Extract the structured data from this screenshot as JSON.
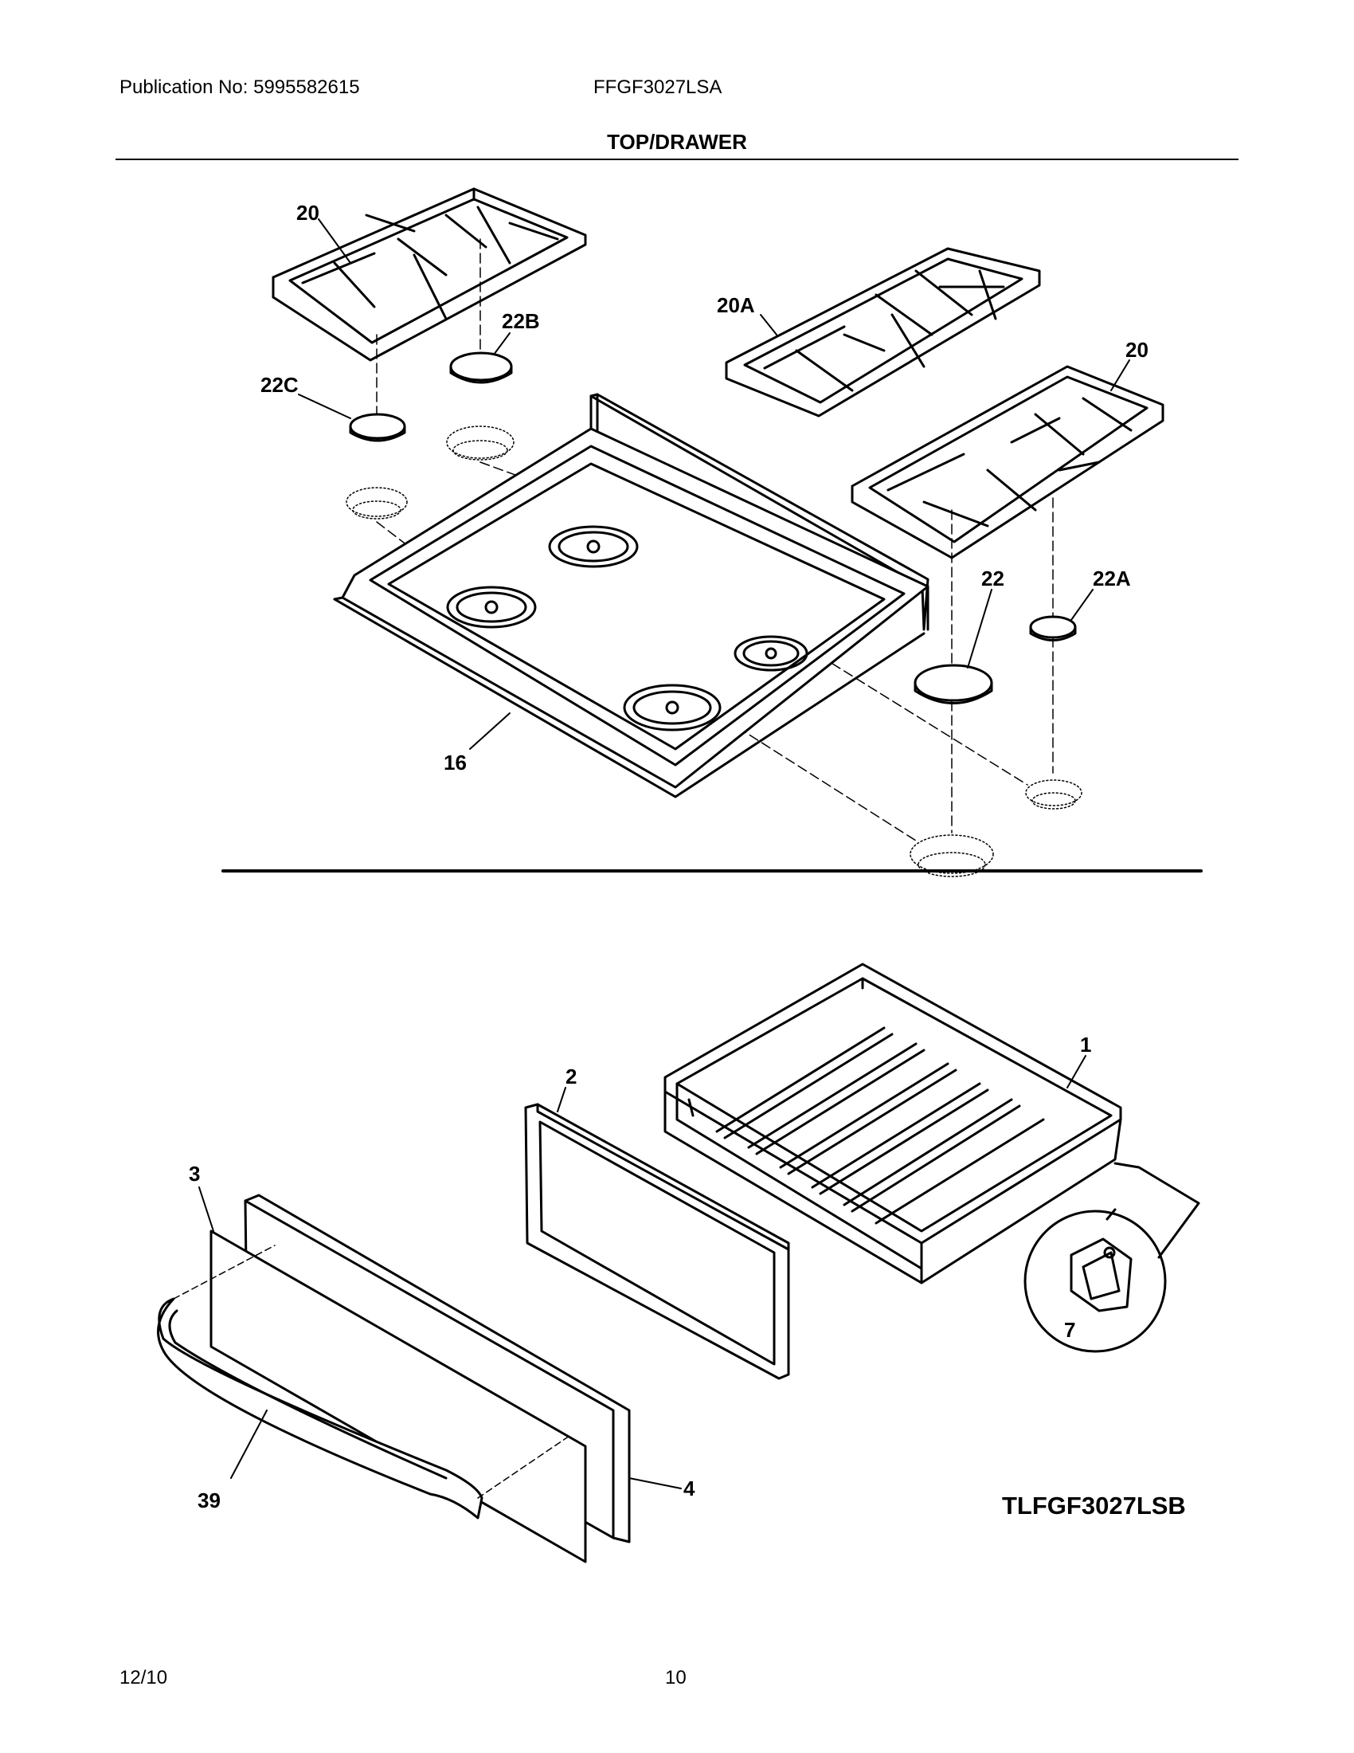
{
  "header": {
    "publication": "Publication No: 5995582615",
    "model": "FFGF3027LSA",
    "section_title": "TOP/DRAWER"
  },
  "callouts": {
    "grate_left": "20",
    "grate_right": "20",
    "grate_center": "20A",
    "cap_22": "22",
    "cap_22a": "22A",
    "cap_22b": "22B",
    "cap_22c": "22C",
    "cooktop": "16",
    "drawer_body": "1",
    "drawer_panel": "2",
    "drawer_front_outer": "3",
    "drawer_front_inner": "4",
    "drawer_roller": "7",
    "handle": "39"
  },
  "diagram_code": "TLFGF3027LSB",
  "footer": {
    "date": "12/10",
    "page": "10"
  }
}
